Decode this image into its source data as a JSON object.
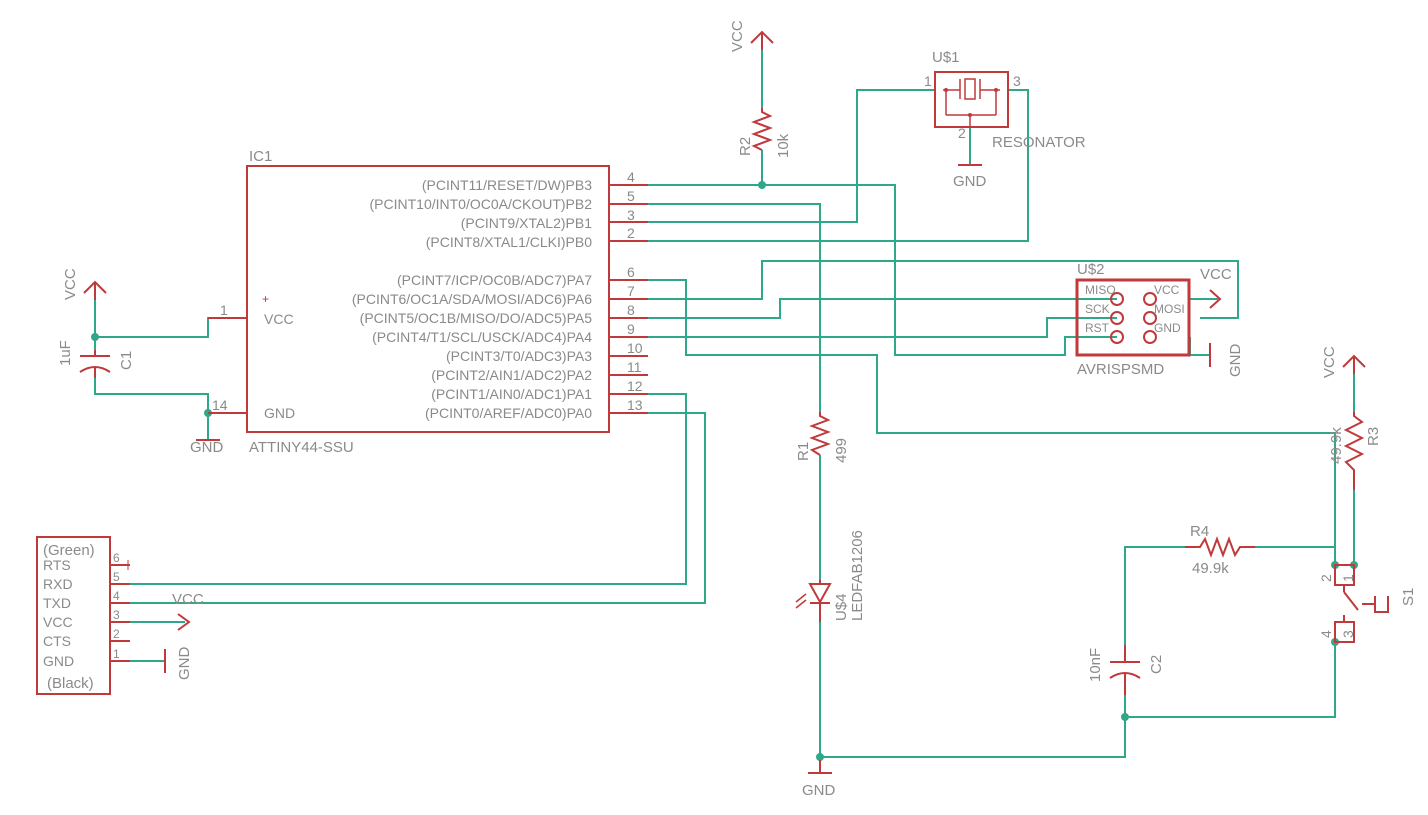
{
  "ic1": {
    "name": "IC1",
    "value": "ATTINY44-SSU",
    "pins_right": [
      {
        "label": "(PCINT11/RESET/DW)PB3",
        "num": "4"
      },
      {
        "label": "(PCINT10/INT0/OC0A/CKOUT)PB2",
        "num": "5"
      },
      {
        "label": "(PCINT9/XTAL2)PB1",
        "num": "3"
      },
      {
        "label": "(PCINT8/XTAL1/CLKI)PB0",
        "num": "2"
      },
      {
        "label": "(PCINT7/ICP/OC0B/ADC7)PA7",
        "num": "6"
      },
      {
        "label": "(PCINT6/OC1A/SDA/MOSI/ADC6)PA6",
        "num": "7"
      },
      {
        "label": "(PCINT5/OC1B/MISO/DO/ADC5)PA5",
        "num": "8"
      },
      {
        "label": "(PCINT4/T1/SCL/USCK/ADC4)PA4",
        "num": "9"
      },
      {
        "label": "(PCINT3/T0/ADC3)PA3",
        "num": "10"
      },
      {
        "label": "(PCINT2/AIN1/ADC2)PA2",
        "num": "11"
      },
      {
        "label": "(PCINT1/AIN0/ADC1)PA1",
        "num": "12"
      },
      {
        "label": "(PCINT0/AREF/ADC0)PA0",
        "num": "13"
      }
    ],
    "pin_vcc_label": "VCC",
    "pin_vcc_num": "1",
    "pin_gnd_label": "GND",
    "pin_gnd_num": "14"
  },
  "supply": {
    "vcc": "VCC",
    "gnd": "GND"
  },
  "c1": {
    "name": "C1",
    "value": "1uF"
  },
  "c2": {
    "name": "C2",
    "value": "10nF"
  },
  "r1": {
    "name": "R1",
    "value": "499"
  },
  "r2": {
    "name": "R2",
    "value": "10k"
  },
  "r3": {
    "name": "R3",
    "value": "49.9k"
  },
  "r4": {
    "name": "R4",
    "value": "49.9k"
  },
  "resonator": {
    "name": "U$1",
    "value": "RESONATOR",
    "pins": [
      "1",
      "2",
      "3"
    ]
  },
  "avrisp": {
    "name": "U$2",
    "value": "AVRISPSMD",
    "pin_labels": [
      "MISO",
      "SCK",
      "RST",
      "VCC",
      "MOSI",
      "GND"
    ]
  },
  "led": {
    "name": "U$4",
    "value": "LEDFAB1206"
  },
  "switch": {
    "name": "S1",
    "pins": [
      "1",
      "2",
      "3",
      "4"
    ]
  },
  "ftdi": {
    "top_label": "(Green)",
    "bottom_label": "(Black)",
    "pins": [
      {
        "label": "RTS",
        "num": "6"
      },
      {
        "label": "RXD",
        "num": "5"
      },
      {
        "label": "TXD",
        "num": "4"
      },
      {
        "label": "VCC",
        "num": "3"
      },
      {
        "label": "CTS",
        "num": "2"
      },
      {
        "label": "GND",
        "num": "1"
      }
    ]
  },
  "colors": {
    "part": "#c0393b",
    "wire": "#2fa88a",
    "text": "#8a8a8a"
  }
}
